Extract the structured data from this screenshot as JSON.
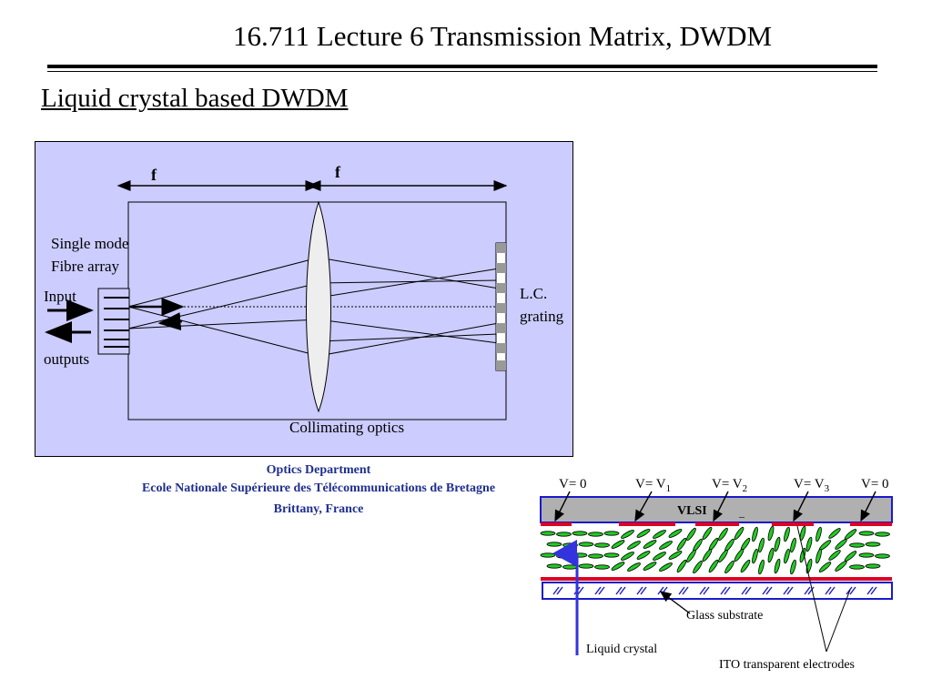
{
  "slide": {
    "title": "16.711 Lecture 6 Transmission Matrix, DWDM",
    "heading": "Liquid crystal based DWDM"
  },
  "main_diagram": {
    "focal_label_1": "f",
    "focal_label_2": "f",
    "fibre_label_line1": "Single mode",
    "fibre_label_line2": "Fibre array",
    "input_label": "Input",
    "outputs_label": "outputs",
    "grating_label_line1": "L.C.",
    "grating_label_line2": "grating",
    "collimating_label": "Collimating optics",
    "panel_color": "#ccccff"
  },
  "credit": {
    "line1": "Optics Department",
    "line2": "Ecole Nationale Supérieure des Télécommunications de Bretagne",
    "line3": "Brittany, France"
  },
  "lc_diagram": {
    "voltages": [
      {
        "v": "V",
        "eq": "= 0",
        "sub": ""
      },
      {
        "v": "V",
        "eq": "= V",
        "sub": "1"
      },
      {
        "v": "V",
        "eq": "= V",
        "sub": "2"
      },
      {
        "v": "V",
        "eq": "= V",
        "sub": "3"
      },
      {
        "v": "V",
        "eq": "= 0",
        "sub": ""
      }
    ],
    "vlsi_label": "VLSI",
    "vlsi_mark": "_",
    "glass_label": "Glass substrate",
    "lc_label": "Liquid crystal",
    "ito_label": "ITO transparent electrodes",
    "colors": {
      "electrode": "#e00020",
      "substrate_border": "#1a1acc",
      "molecule_fill": "#22cc22",
      "arrow_blue": "#3333dd",
      "vlsi_fill": "#b0b0b0"
    }
  }
}
